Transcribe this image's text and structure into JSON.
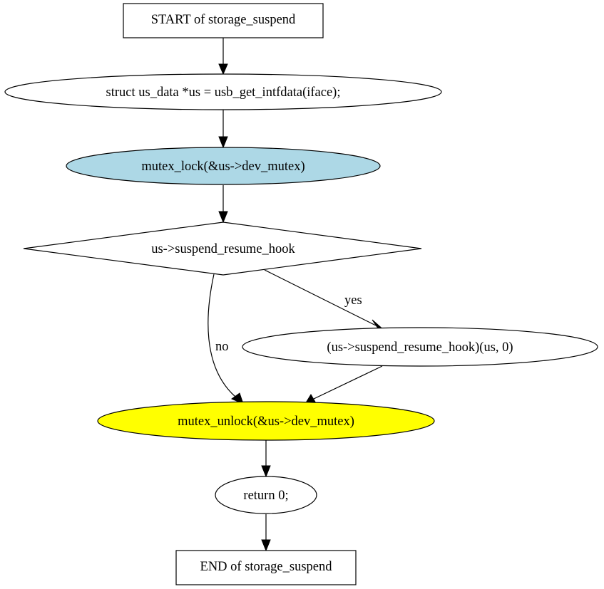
{
  "diagram": {
    "title": "storage_suspend control flow",
    "colors": {
      "lock_fill": "#add8e6",
      "unlock_fill": "#ffff00",
      "default_fill": "#ffffff",
      "stroke": "#000000"
    },
    "nodes": [
      {
        "id": "start",
        "shape": "box",
        "label": "START of storage_suspend"
      },
      {
        "id": "get_data",
        "shape": "ellipse",
        "label": "struct us_data *us = usb_get_intfdata(iface);"
      },
      {
        "id": "lock",
        "shape": "ellipse",
        "label": "mutex_lock(&us->dev_mutex)",
        "fill": "lock_fill"
      },
      {
        "id": "cond",
        "shape": "diamond",
        "label": "us->suspend_resume_hook"
      },
      {
        "id": "call_hook",
        "shape": "ellipse",
        "label": "(us->suspend_resume_hook)(us, 0)"
      },
      {
        "id": "unlock",
        "shape": "ellipse",
        "label": "mutex_unlock(&us->dev_mutex)",
        "fill": "unlock_fill"
      },
      {
        "id": "ret",
        "shape": "ellipse",
        "label": "return 0;"
      },
      {
        "id": "end",
        "shape": "box",
        "label": "END of storage_suspend"
      }
    ],
    "edges": [
      {
        "from": "start",
        "to": "get_data",
        "label": ""
      },
      {
        "from": "get_data",
        "to": "lock",
        "label": ""
      },
      {
        "from": "lock",
        "to": "cond",
        "label": ""
      },
      {
        "from": "cond",
        "to": "call_hook",
        "label": "yes"
      },
      {
        "from": "cond",
        "to": "unlock",
        "label": "no"
      },
      {
        "from": "call_hook",
        "to": "unlock",
        "label": ""
      },
      {
        "from": "unlock",
        "to": "ret",
        "label": ""
      },
      {
        "from": "ret",
        "to": "end",
        "label": ""
      }
    ]
  }
}
